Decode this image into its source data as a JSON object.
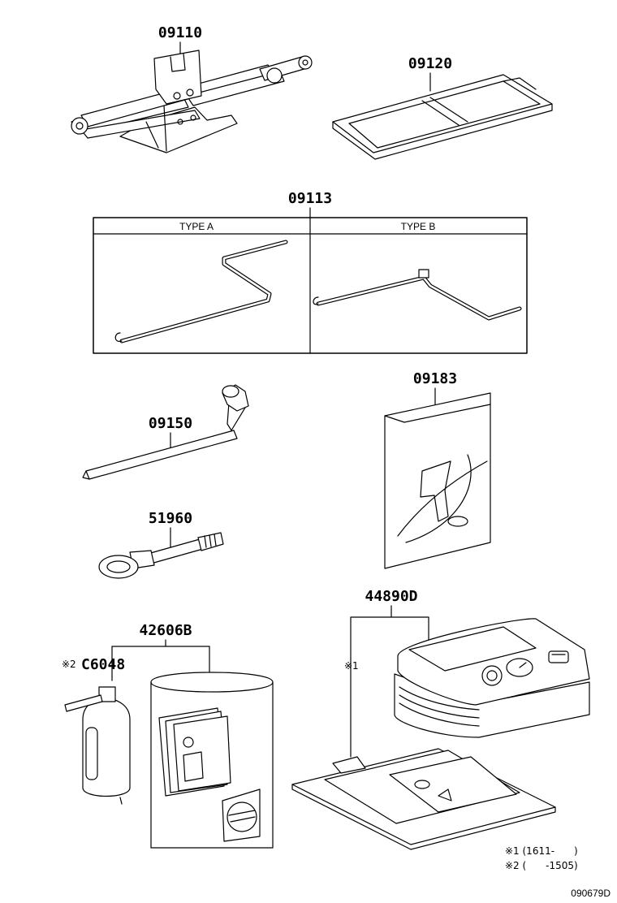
{
  "parts": {
    "jack": "09110",
    "tool_bag": "09120",
    "jack_handle": "09113",
    "wrench": "09150",
    "towing_eye": "51960",
    "jack_handle_bag": "09183",
    "repair_kit": "42606B",
    "bottle": "C6048",
    "compressor": "44890D"
  },
  "table": {
    "type_a": "TYPE A",
    "type_b": "TYPE B"
  },
  "marks": {
    "bottle_mark": "※2",
    "compressor_mark": "※1"
  },
  "notes": {
    "n1": "※1 (1611-　　)",
    "n2": "※2 (　　-1505)"
  },
  "diagram_id": "090679D"
}
